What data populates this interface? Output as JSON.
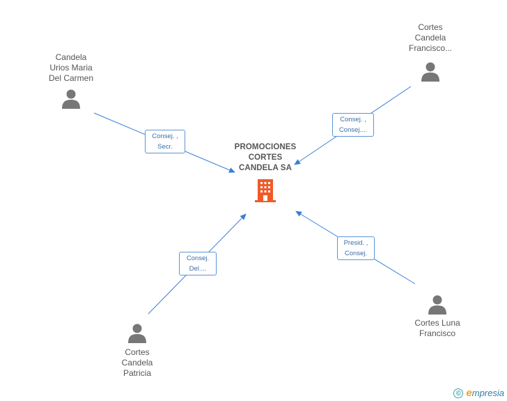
{
  "company": {
    "name": "PROMOCIONES\nCORTES\nCANDELA SA",
    "icon": "building-icon",
    "icon_color": "#f05a28"
  },
  "people": [
    {
      "id": "p1",
      "name": "Candela\nUrios Maria\nDel Carmen",
      "icon": "person-icon"
    },
    {
      "id": "p2",
      "name": "Cortes\nCandela\nFrancisco...",
      "icon": "person-icon"
    },
    {
      "id": "p3",
      "name": "Cortes\nCandela\nPatricia",
      "icon": "person-icon"
    },
    {
      "id": "p4",
      "name": "Cortes Luna\nFrancisco",
      "icon": "person-icon"
    }
  ],
  "roles": [
    {
      "id": "r1",
      "label": "Consej. ,\nSecr."
    },
    {
      "id": "r2",
      "label": "Consej. ,\nConsej...."
    },
    {
      "id": "r3",
      "label": "Consej.\nDel...."
    },
    {
      "id": "r4",
      "label": "Presid. ,\nConsej."
    }
  ],
  "colors": {
    "edge": "#3a7fd5",
    "person_icon": "#777777",
    "text": "#555555"
  },
  "footer": {
    "copyright_symbol": "©",
    "brand_first": "e",
    "brand_rest": "mpresia"
  }
}
